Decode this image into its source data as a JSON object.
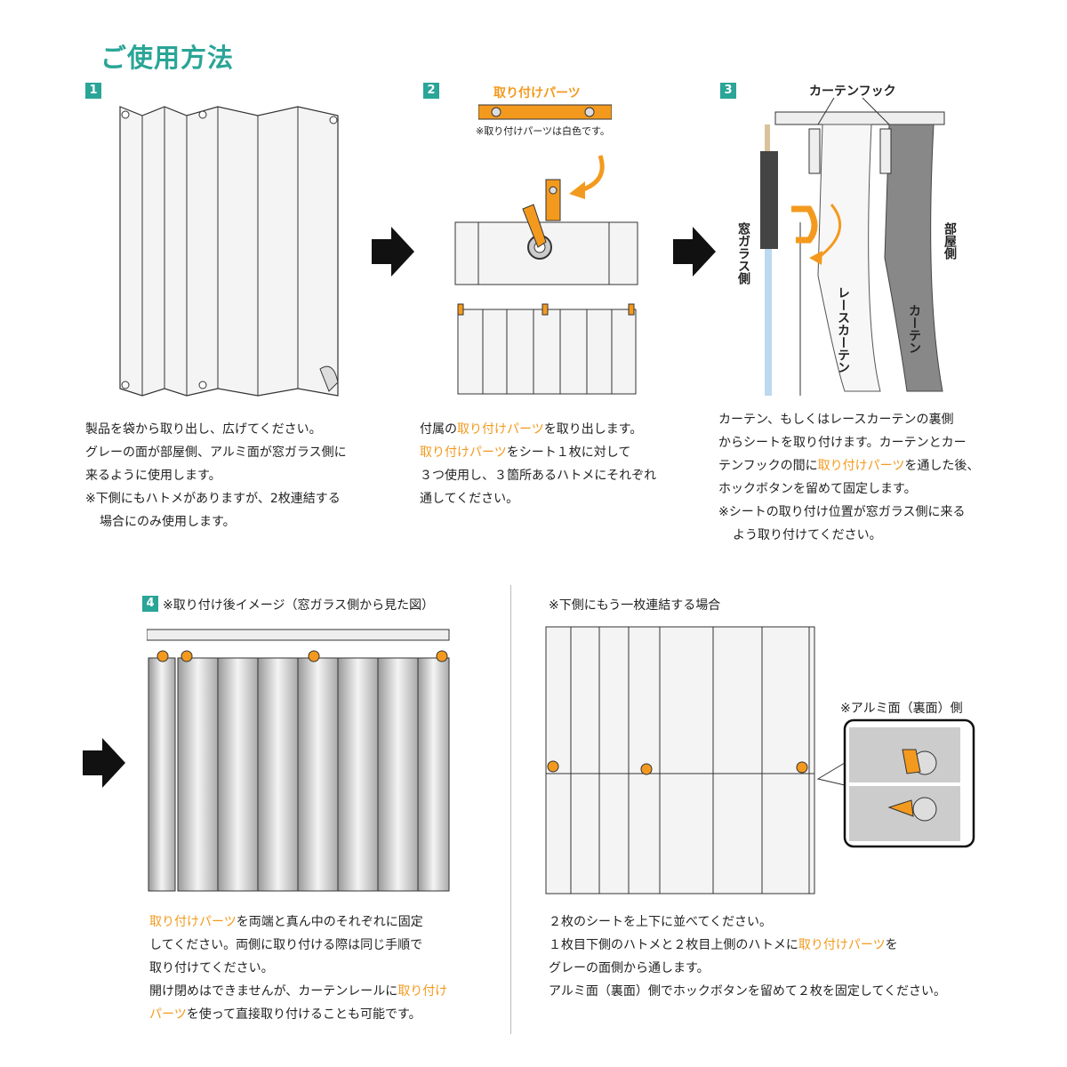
{
  "title": "ご使用方法",
  "colors": {
    "accent": "#2aa597",
    "highlight": "#f39a1e"
  },
  "step1": {
    "num": "1",
    "lines": [
      "製品を袋から取り出し、広げてください。",
      "グレーの面が部屋側、アルミ面が窓ガラス側に",
      "来るように使用します。",
      "※下側にもハトメがありますが、2枚連結する",
      "場合にのみ使用します。"
    ]
  },
  "step2": {
    "num": "2",
    "parts_label": "取り付けパーツ",
    "parts_note": "※取り付けパーツは白色です。",
    "l1a": "付属の",
    "l1b": "取り付けパーツ",
    "l1c": "を取り出します。",
    "l2a": "取り付けパーツ",
    "l2b": "をシート１枚に対して",
    "l3": "３つ使用し、３箇所あるハトメにそれぞれ",
    "l4": "通してください。"
  },
  "step3": {
    "num": "3",
    "hook_label": "カーテンフック",
    "window_label": "窓ガラス側",
    "lace_label": "レースカーテン",
    "curtain_label": "カーテン",
    "room_label": "部屋側",
    "l1": "カーテン、もしくはレースカーテンの裏側",
    "l2": "からシートを取り付けます。カーテンとカー",
    "l3a": "テンフックの間に",
    "l3b": "取り付けパーツ",
    "l3c": "を通した後、",
    "l4": "ホックボタンを留めて固定します。",
    "l5": "※シートの取り付け位置が窓ガラス側に来る",
    "l6": "よう取り付けてください。"
  },
  "step4": {
    "num": "4",
    "caption": "※取り付け後イメージ（窓ガラス側から見た図）",
    "l1a": "取り付けパーツ",
    "l1b": "を両端と真ん中のそれぞれに固定",
    "l2": "してください。両側に取り付ける際は同じ手順で",
    "l3": "取り付けてください。",
    "l4a": "開け閉めはできませんが、カーテンレールに",
    "l4b": "取り付け",
    "l5a": "パーツ",
    "l5b": "を使って直接取り付けることも可能です。"
  },
  "connect": {
    "caption": "※下側にもう一枚連結する場合",
    "alu_label": "※アルミ面（裏面）側",
    "l1": "２枚のシートを上下に並べてください。",
    "l2a": "１枚目下側のハトメと２枚目上側のハトメに",
    "l2b": "取り付けパーツ",
    "l2c": "を",
    "l3": "グレーの面側から通します。",
    "l4": "アルミ面（裏面）側でホックボタンを留めて２枚を固定してください。"
  }
}
